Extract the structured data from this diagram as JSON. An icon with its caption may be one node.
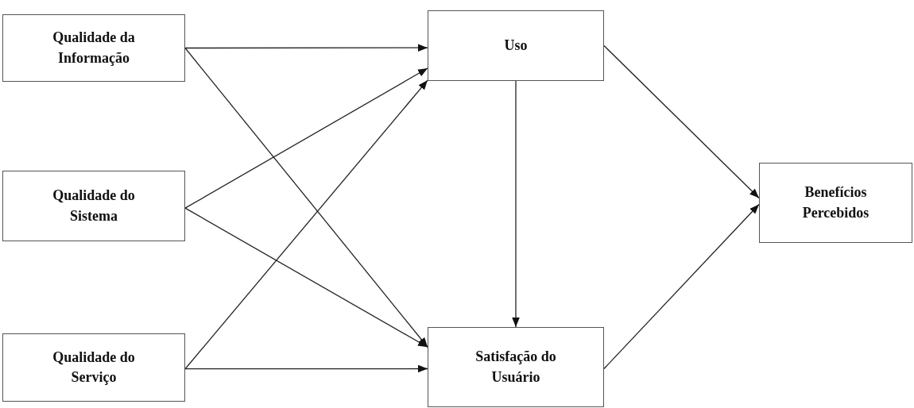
{
  "diagram": {
    "nodes": [
      {
        "text": [
          "Qualidade da Informação"
        ]
      },
      {
        "text": [
          "Qualidade do Sistema"
        ]
      },
      {
        "text": [
          "Qualidade do Serviço"
        ]
      },
      {
        "text": [
          "Uso"
        ]
      },
      {
        "text": [
          "Satisfação do Usuário"
        ]
      },
      {
        "text": [
          "Benefícios Percebidos"
        ]
      }
    ],
    "edges": [
      {
        "from": 0,
        "to": 3,
        "arrow": "to"
      },
      {
        "from": 0,
        "to": 4,
        "arrow": "to"
      },
      {
        "from": 1,
        "to": 3,
        "arrow": "to"
      },
      {
        "from": 1,
        "to": 4,
        "arrow": "to"
      },
      {
        "from": 2,
        "to": 3,
        "arrow": "to"
      },
      {
        "from": 2,
        "to": 4,
        "arrow": "to"
      },
      {
        "from": 3,
        "to": 4,
        "arrow": "to"
      },
      {
        "from": 3,
        "to": 5,
        "arrow": "to"
      },
      {
        "from": 4,
        "to": 5,
        "arrow": "to"
      }
    ]
  }
}
